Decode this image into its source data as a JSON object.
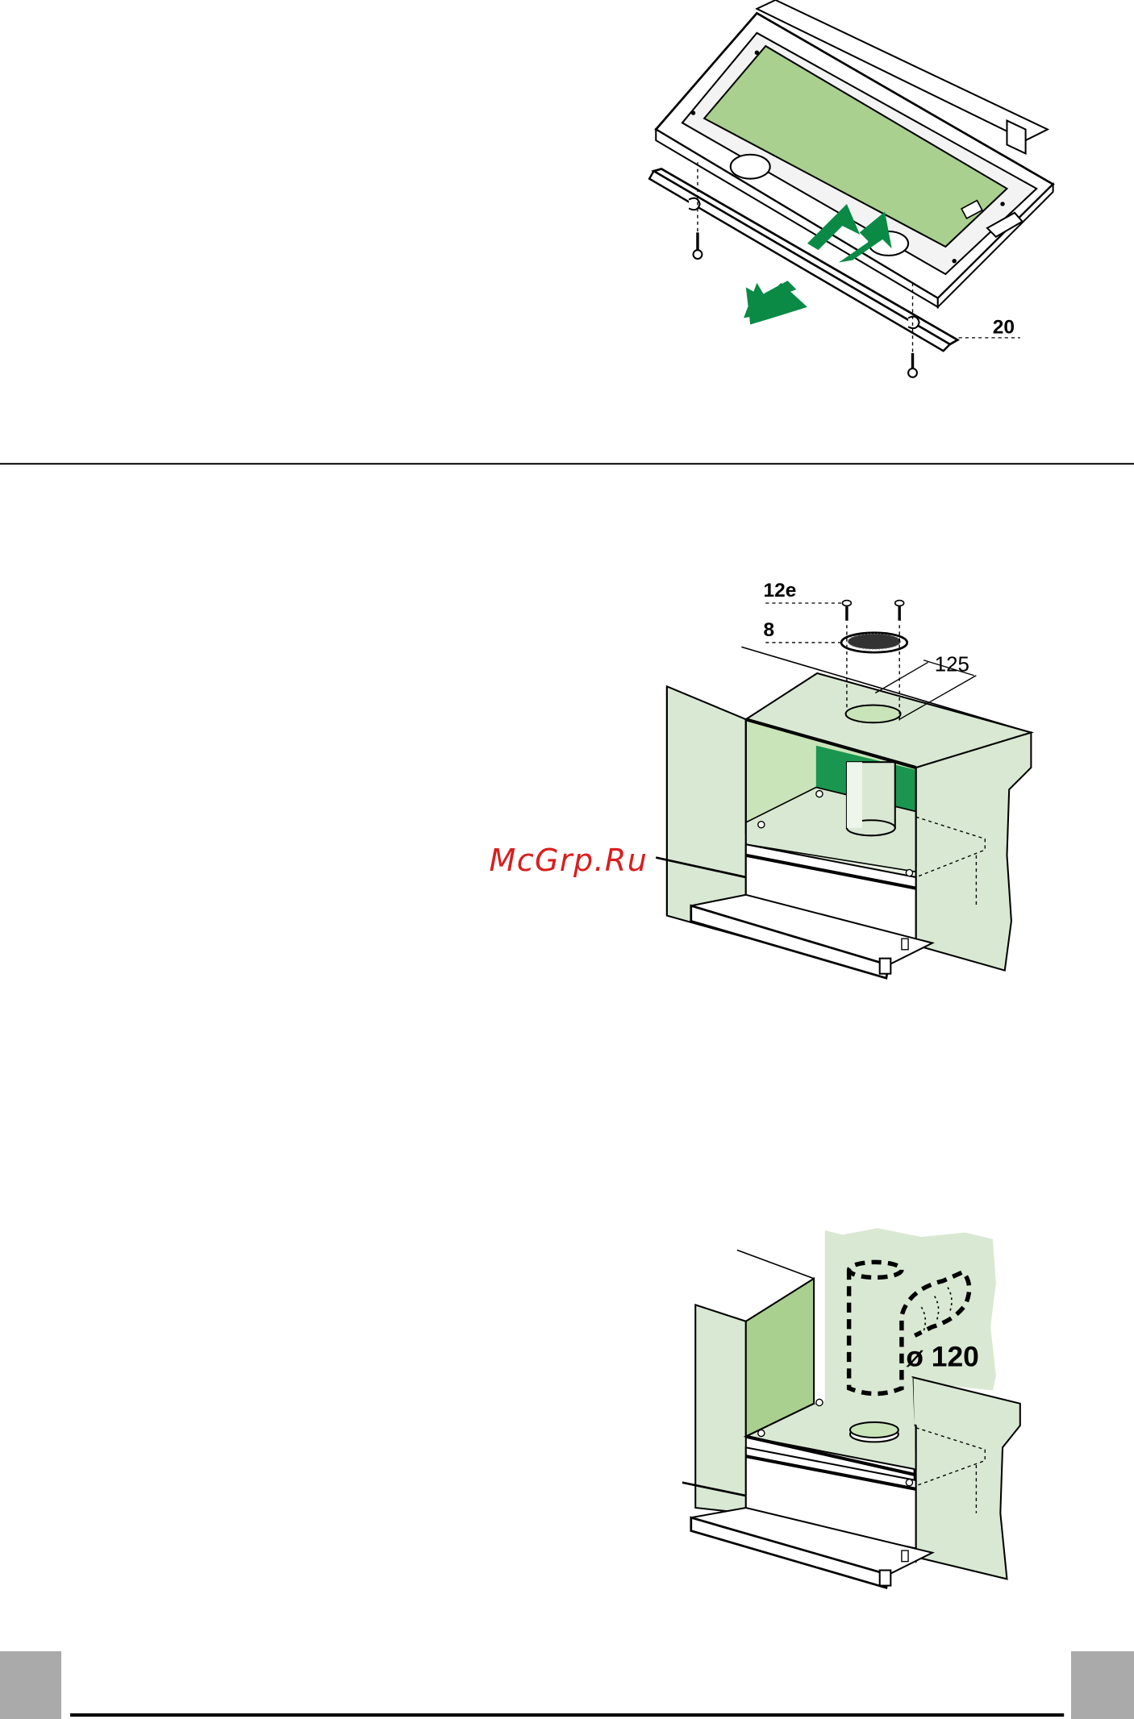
{
  "figure1": {
    "callout": "20"
  },
  "figure2": {
    "callouts": [
      "12e",
      "8"
    ],
    "dimension": "125"
  },
  "watermark": "McGrp.Ru",
  "figure3": {
    "diameter_label": "ø 120"
  },
  "colors": {
    "light_green": "#d9e8d2",
    "panel_green": "#a9d08e",
    "dark_green": "#1a9650",
    "arrow_green": "#0a8a45",
    "tab_gray": "#aaaaaa"
  }
}
